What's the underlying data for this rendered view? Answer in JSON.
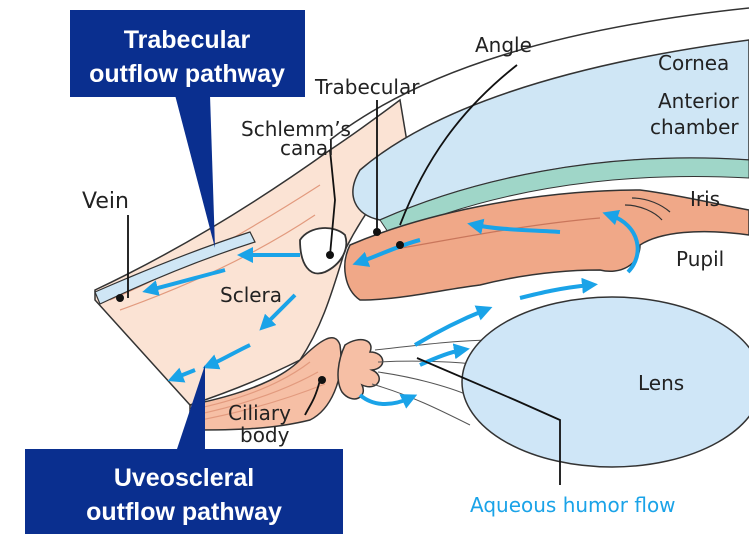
{
  "callouts": {
    "trabecular": {
      "line1": "Trabecular",
      "line2": "outflow pathway"
    },
    "uveoscleral": {
      "line1": "Uveoscleral",
      "line2": "outflow pathway"
    }
  },
  "labels": {
    "angle": "Angle",
    "cornea": "Cornea",
    "anterior_chamber_line1": "Anterior",
    "anterior_chamber_line2": "chamber",
    "trabecular": "Trabecular",
    "schlemms_line1": "Schlemm’s",
    "schlemms_line2": "canal",
    "vein": "Vein",
    "iris": "Iris",
    "pupil": "Pupil",
    "sclera": "Sclera",
    "lens": "Lens",
    "ciliary_line1": "Ciliary",
    "ciliary_line2": "body",
    "aqueous_flow": "Aqueous humor flow"
  },
  "colors": {
    "callout_box": "#0a2f8f",
    "flow_arrow": "#1aa3e8",
    "cornea": "#cfe6f5",
    "iris": "#f0a888",
    "lens": "#cfe6f7",
    "aqueous_label": "#1aa3e8",
    "teal_band": "#9fd6c8",
    "sclera": "#fbe3d4"
  }
}
